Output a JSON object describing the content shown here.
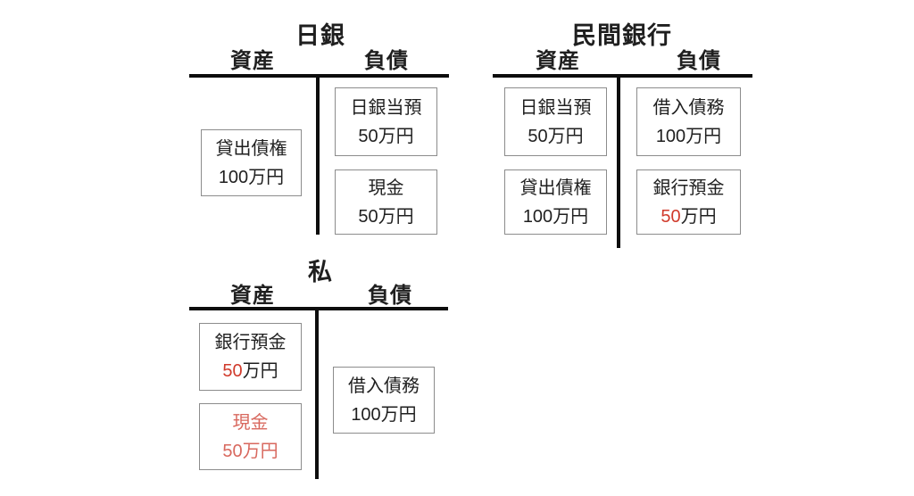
{
  "colors": {
    "background": "#ffffff",
    "text": "#1f1f1f",
    "line": "#0d0d0d",
    "box_border": "#8c8c8c",
    "red": "#d03a2b",
    "red_soft": "#d8685e"
  },
  "accounts": [
    {
      "id": "boj",
      "title": "日銀",
      "assets_label": "資産",
      "liabilities_label": "負債",
      "assets": [
        {
          "name": "貸出債権",
          "amount": "100万円"
        }
      ],
      "liabilities": [
        {
          "name": "日銀当預",
          "amount": "50万円"
        },
        {
          "name": "現金",
          "amount": "50万円"
        }
      ]
    },
    {
      "id": "private-bank",
      "title": "民間銀行",
      "assets_label": "資産",
      "liabilities_label": "負債",
      "assets": [
        {
          "name": "日銀当預",
          "amount": "50万円"
        },
        {
          "name": "貸出債権",
          "amount": "100万円"
        }
      ],
      "liabilities": [
        {
          "name": "借入債務",
          "amount": "100万円"
        },
        {
          "name": "銀行預金",
          "amount_red": "50",
          "amount_rest": "万円",
          "highlight": "red-amount"
        }
      ]
    },
    {
      "id": "me",
      "title": "私",
      "assets_label": "資産",
      "liabilities_label": "負債",
      "assets": [
        {
          "name": "銀行預金",
          "amount_red": "50",
          "amount_rest": "万円",
          "highlight": "red-amount"
        },
        {
          "name": "現金",
          "amount": "50万円",
          "highlight": "all-red"
        }
      ],
      "liabilities": [
        {
          "name": "借入債務",
          "amount": "100万円"
        }
      ]
    }
  ]
}
